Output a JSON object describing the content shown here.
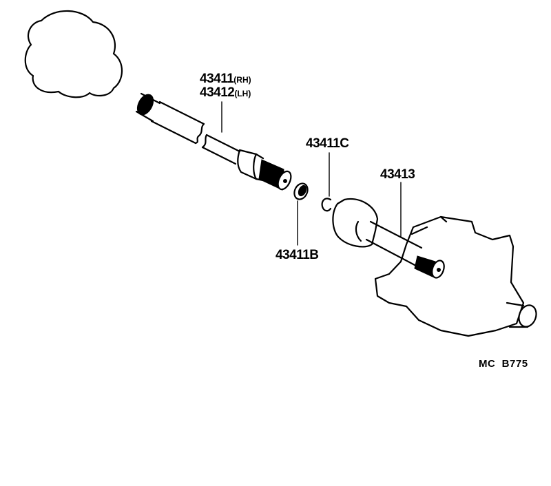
{
  "diagram": {
    "parts": [
      {
        "number": "43411",
        "side": "(RH)"
      },
      {
        "number": "43412",
        "side": "(LH)"
      },
      {
        "number": "43411C"
      },
      {
        "number": "43413"
      },
      {
        "number": "43411B"
      }
    ],
    "figure_code": {
      "prefix": "MC",
      "id": "B775"
    }
  }
}
